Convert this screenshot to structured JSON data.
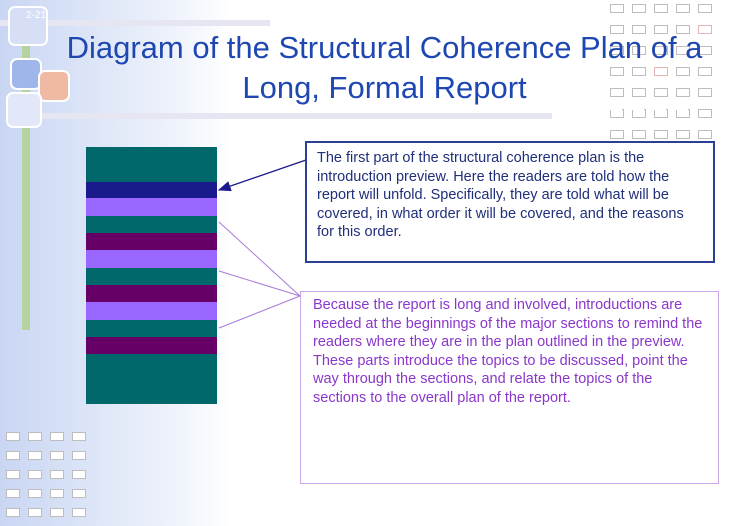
{
  "slide": {
    "page_number": "2-21",
    "title": "Diagram of the Structural Coherence Plan of a Long, Formal Report"
  },
  "callouts": {
    "preview_text": "The first part of the structural coherence plan is the introduction preview.  Here the readers are told how the report will unfold. Specifically, they are told what will be covered, in what order it will be covered, and the reasons for this order.",
    "section_intros_text": "Because the report is long and involved, introductions are needed at the beginnings of the major sections to remind the readers where they are in the plan outlined in the preview.  These parts introduce the topics to be discussed, point the way through the sections, and  relate the topics of the sections to the overall plan of the report."
  },
  "diagram": {
    "segments": [
      {
        "part": "report-opening",
        "color": "#00686a"
      },
      {
        "part": "introduction-preview",
        "color": "#1a1a8c"
      },
      {
        "part": "section-introduction",
        "color": "#9966ff"
      },
      {
        "part": "section-body",
        "color": "#00686a"
      },
      {
        "part": "section-end",
        "color": "#660066"
      },
      {
        "part": "section-introduction",
        "color": "#9966ff"
      },
      {
        "part": "section-body",
        "color": "#00686a"
      },
      {
        "part": "section-end",
        "color": "#660066"
      },
      {
        "part": "section-introduction",
        "color": "#9966ff"
      },
      {
        "part": "section-body",
        "color": "#00686a"
      },
      {
        "part": "section-end",
        "color": "#660066"
      },
      {
        "part": "report-ending",
        "color": "#00686a"
      }
    ]
  },
  "colors": {
    "title": "#1f47b2",
    "preview_box_border": "#2b3f93",
    "preview_text": "#1f2f7a",
    "section_box_border": "#c9a7e8",
    "section_text": "#8a37cc"
  }
}
